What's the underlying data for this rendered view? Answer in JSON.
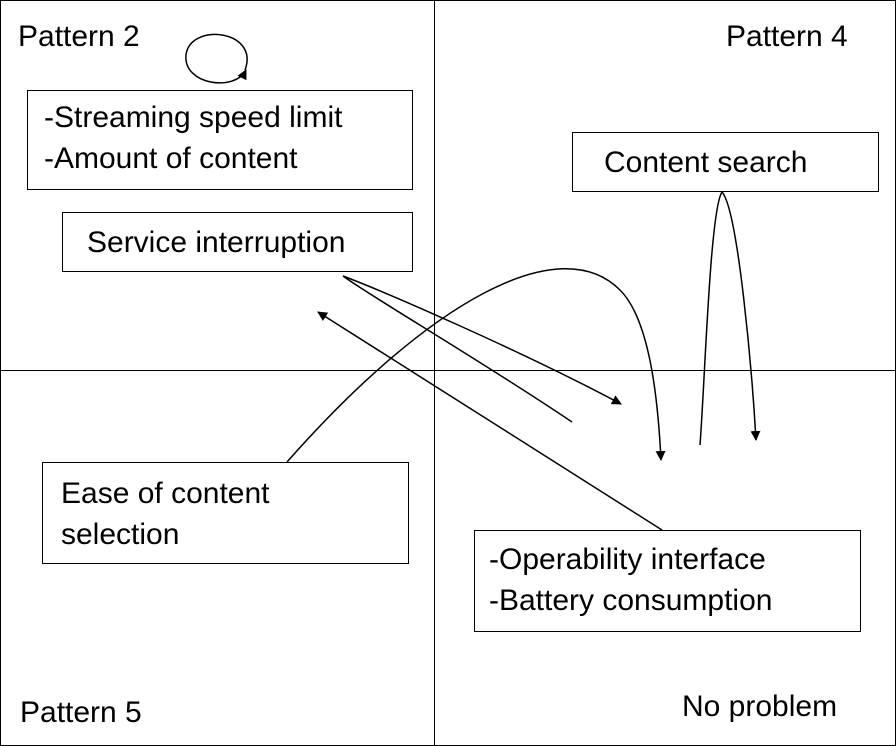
{
  "quadrants": {
    "top_left": "Pattern 2",
    "top_right": "Pattern 4",
    "bottom_left": "Pattern 5",
    "bottom_right": "No problem"
  },
  "boxes": {
    "streaming": {
      "lines": [
        "-Streaming speed limit",
        "-Amount of content"
      ]
    },
    "service": {
      "lines": [
        "Service interruption"
      ]
    },
    "search": {
      "lines": [
        "Content search"
      ]
    },
    "ease": {
      "lines": [
        "Ease of content",
        "selection"
      ]
    },
    "operability": {
      "lines": [
        "-Operability interface",
        "-Battery consumption"
      ]
    }
  }
}
